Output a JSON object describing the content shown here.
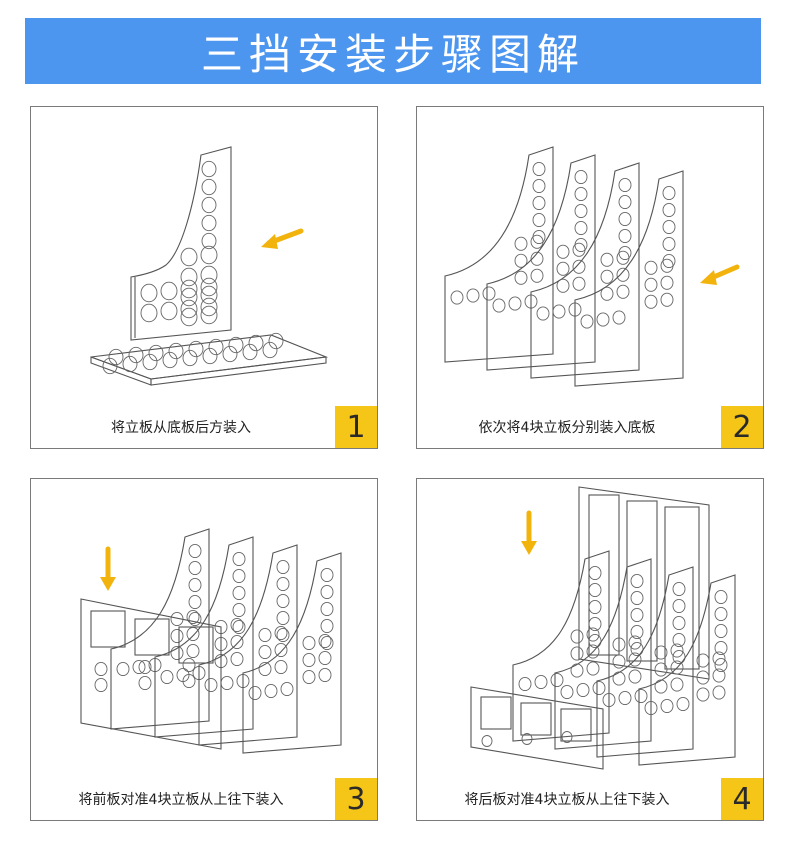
{
  "header": {
    "title": "三挡安装步骤图解",
    "background": "#4d96f0"
  },
  "colors": {
    "arrow": "#f2b30c",
    "badge": "#f5c518",
    "border": "#7a7a7a"
  },
  "steps": [
    {
      "number": "1",
      "caption": "将立板从底板后方装入",
      "arrow_icon": "arrow-left-icon"
    },
    {
      "number": "2",
      "caption": "依次将4块立板分别装入底板",
      "arrow_icon": "arrow-left-icon"
    },
    {
      "number": "3",
      "caption": "将前板对准4块立板从上往下装入",
      "arrow_icon": "arrow-down-icon"
    },
    {
      "number": "4",
      "caption": "将后板对准4块立板从上往下装入",
      "arrow_icon": "arrow-down-icon"
    }
  ]
}
